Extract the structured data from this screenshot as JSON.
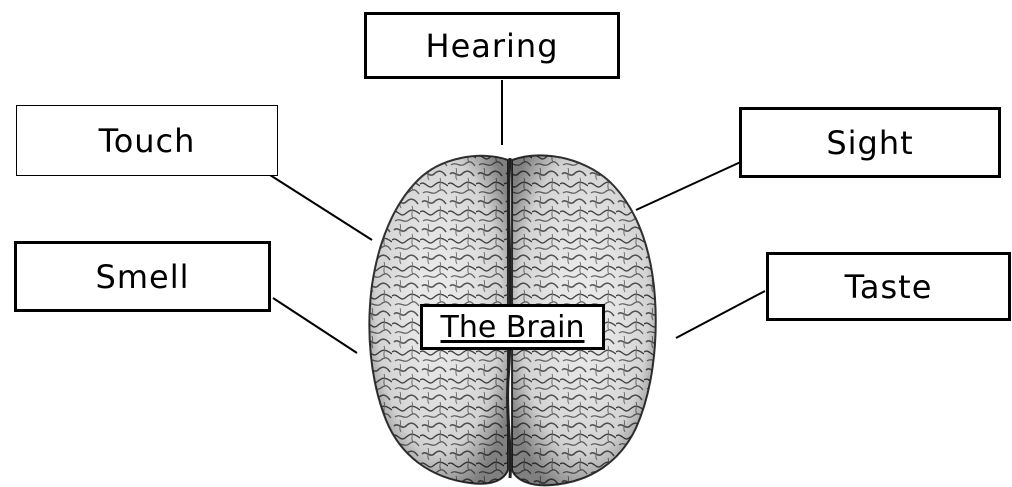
{
  "diagram": {
    "center_label": "The Brain",
    "senses": {
      "hearing": "Hearing",
      "touch": "Touch",
      "sight": "Sight",
      "smell": "Smell",
      "taste": "Taste"
    },
    "colors": {
      "line": "#000000",
      "box_fill": "#ffffff",
      "brain_shade": "#8a8a8a"
    },
    "icons": {
      "brain": "brain-illustration"
    }
  }
}
